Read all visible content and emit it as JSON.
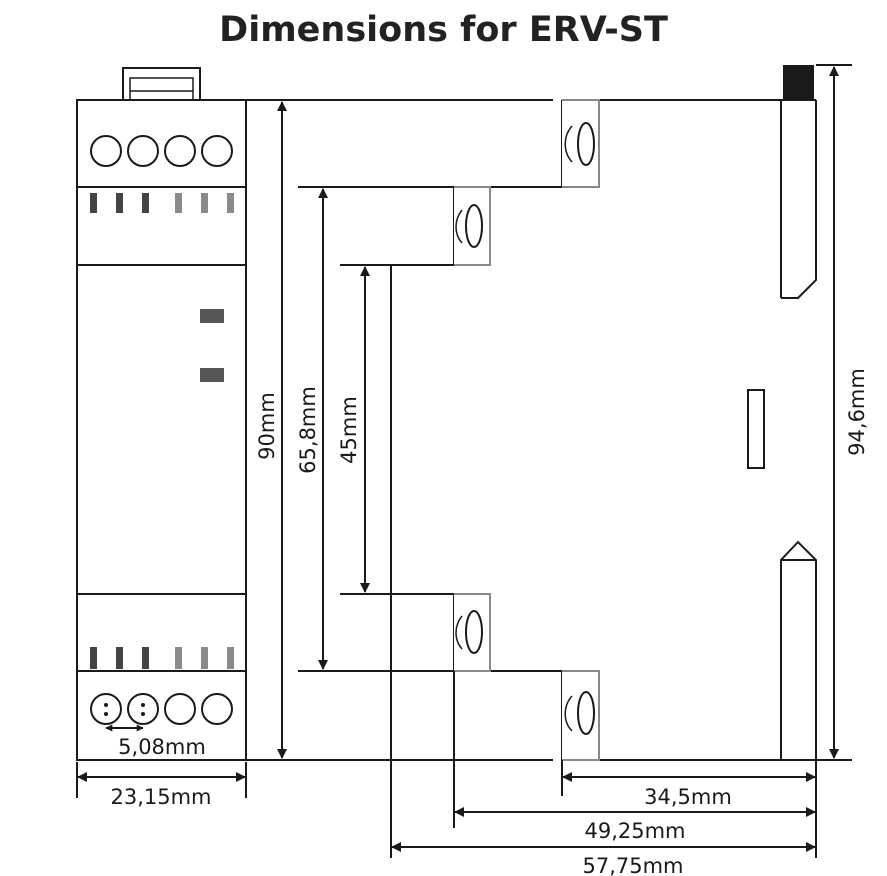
{
  "title": "Dimensions for ERV-ST",
  "dimensions": {
    "overall_height_with_clip": "94,6mm",
    "body_height": "90mm",
    "middle_height": "65,8mm",
    "front_height": "45mm",
    "width": "23,15mm",
    "terminal_pitch": "5,08mm",
    "depth_rear": "34,5mm",
    "depth_middle": "49,25mm",
    "depth_total": "57,75mm"
  },
  "colors": {
    "line": "#1a1a1a",
    "grey_line": "#888888",
    "dark_fill": "#333333",
    "pin_grey": "#8a8a8a",
    "led": "#555555"
  }
}
